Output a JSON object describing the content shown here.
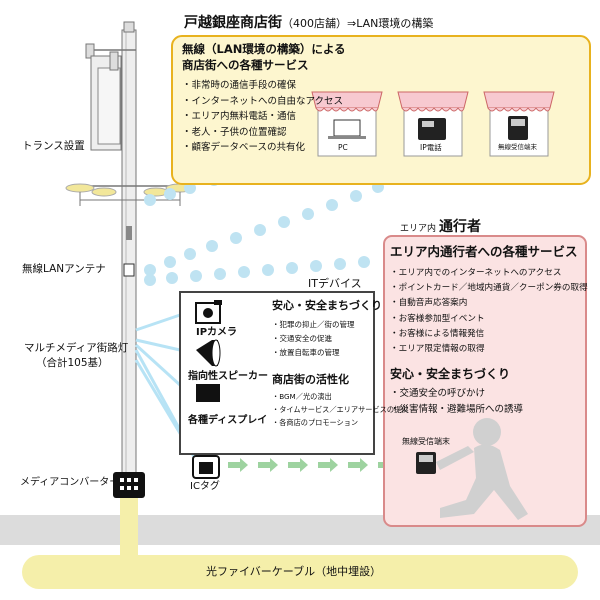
{
  "shopping_street": {
    "title_main": "戸越銀座商店街",
    "title_sub": "（400店舗）⇒LAN環境の構築",
    "heading_line1": "無線（LAN環境の構築）による",
    "heading_line2": "商店街への各種サービス",
    "services": [
      "・非常時の通信手段の確保",
      "・インターネットへの自由なアクセス",
      "・エリア内無料電話・通信",
      "・老人・子供の位置確認",
      "・顧客データベースの共有化"
    ],
    "shops": [
      {
        "label": "PC",
        "icon": "computer-icon"
      },
      {
        "label": "IP電話",
        "icon": "ip-phone-icon"
      },
      {
        "label": "無線受信端末",
        "icon": "wireless-terminal-icon"
      }
    ],
    "colors": {
      "fill": "#fdf6cf",
      "border": "#e8b21e"
    }
  },
  "pole_labels": {
    "transformer": "トランス設置",
    "antenna": "無線LANアンテナ",
    "streetlight_line1": "マルチメディア街路灯",
    "streetlight_line2": "（合計105基）",
    "converter": "メディアコンバーター",
    "fiber": "光ファイバーケーブル（地中埋設）"
  },
  "it_devices": {
    "title": "ITデバイス",
    "devices": [
      {
        "label": "IPカメラ",
        "icon": "camera-icon"
      },
      {
        "label": "指向性スピーカー",
        "icon": "speaker-icon"
      },
      {
        "label": "各種ディスプレイ",
        "icon": "display-icon"
      }
    ],
    "safety_title": "安心・安全まちづくり",
    "safety_items": [
      "・犯罪の抑止／街の管理",
      "・交通安全の促進",
      "・放置自転車の管理"
    ],
    "revital_title": "商店街の活性化",
    "revital_items": [
      "・BGM／光の演出",
      "・タイムサービス／エリアサービスの提供",
      "・各商店のプロモーション"
    ],
    "ic_tag": "ICタグ"
  },
  "pedestrian": {
    "area_prefix": "エリア内",
    "title": "通行者",
    "heading": "エリア内通行者への各種サービス",
    "services": [
      "・エリア内でのインターネットへのアクセス",
      "・ポイントカード／地域内通貨／クーポン券の取得",
      "・自動音声応答案内",
      "・お客様参加型イベント",
      "・お客様による情報発信",
      "・エリア限定情報の取得"
    ],
    "safety_title": "安心・安全まちづくり",
    "safety_items": [
      "・交通安全の呼びかけ",
      "・災害情報・避難場所への誘導"
    ],
    "terminal_label": "無線受信端末",
    "colors": {
      "fill": "#fbe3e3",
      "border": "#d98a8a"
    }
  }
}
